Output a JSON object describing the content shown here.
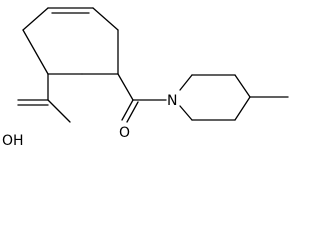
{
  "molecule": {
    "atoms": {
      "hydroxyl": "OH",
      "carbonyl_oxygen": "O",
      "ring_nitrogen": "N"
    },
    "colors": {
      "bond": "#000000",
      "label": "#000000",
      "background": "#ffffff"
    }
  }
}
